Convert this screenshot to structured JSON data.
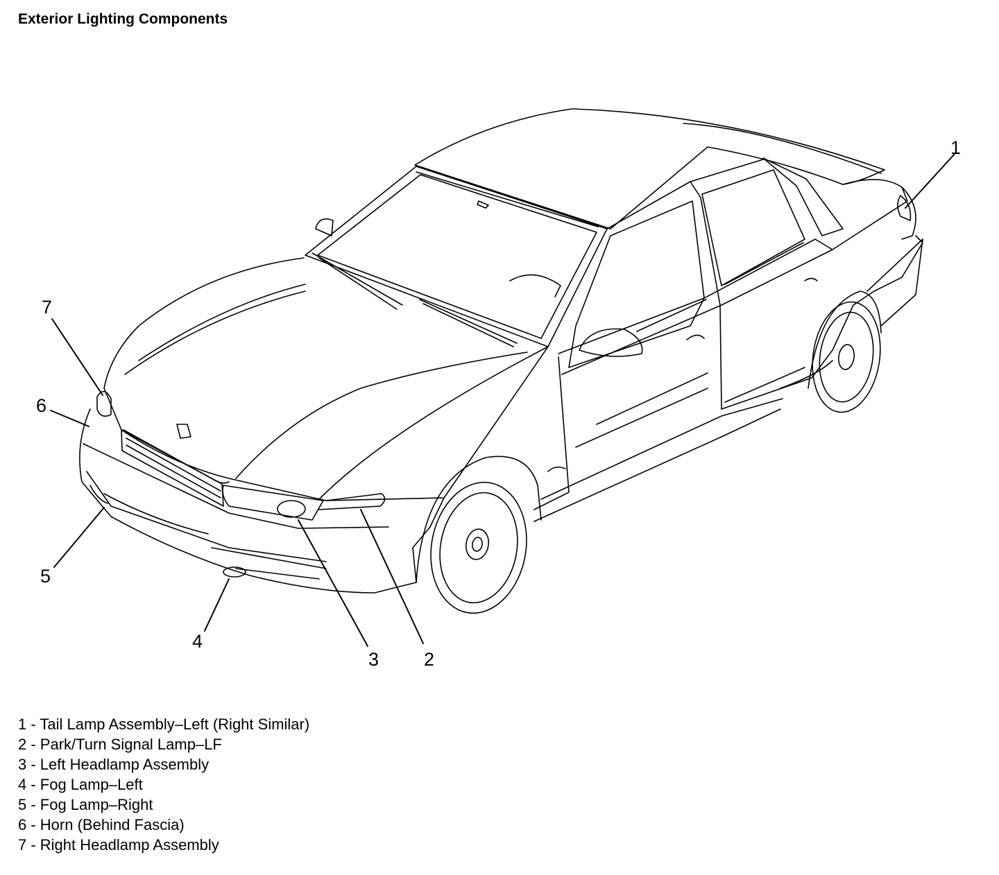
{
  "title": "Exterior Lighting Components",
  "callouts": [
    "1",
    "2",
    "3",
    "4",
    "5",
    "6",
    "7"
  ],
  "legend": [
    "1 - Tail Lamp Assembly–Left (Right Similar)",
    "2 - Park/Turn Signal Lamp–LF",
    "3 - Left Headlamp Assembly",
    "4 - Fog Lamp–Left",
    "5 - Fog Lamp–Right",
    "6 - Horn (Behind Fascia)",
    "7 - Right Headlamp Assembly"
  ]
}
